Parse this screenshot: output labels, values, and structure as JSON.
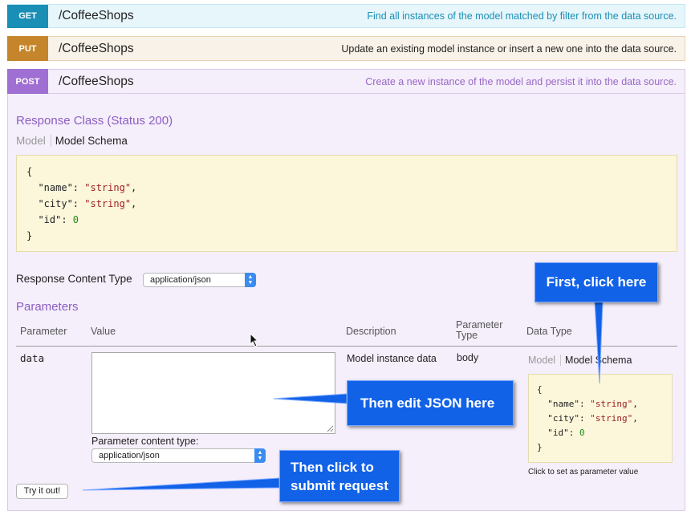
{
  "operations": [
    {
      "method": "GET",
      "path": "/CoffeeShops",
      "summary": "Find all instances of the model matched by filter from the data source."
    },
    {
      "method": "PUT",
      "path": "/CoffeeShops",
      "summary": "Update an existing model instance or insert a new one into the data source."
    },
    {
      "method": "POST",
      "path": "/CoffeeShops",
      "summary": "Create a new instance of the model and persist it into the data source."
    }
  ],
  "response": {
    "title": "Response Class (Status 200)",
    "tab_model": "Model",
    "tab_schema": "Model Schema",
    "schema": {
      "open": "{",
      "k_name": "  \"name\": ",
      "v_name": "\"string\"",
      "k_city": "  \"city\": ",
      "v_city": "\"string\"",
      "k_id": "  \"id\": ",
      "v_id": "0",
      "close": "}"
    },
    "content_type_label": "Response Content Type",
    "content_type_value": "application/json"
  },
  "parameters": {
    "title": "Parameters",
    "headers": {
      "parameter": "Parameter",
      "value": "Value",
      "description": "Description",
      "param_type_1": "Parameter",
      "param_type_2": "Type",
      "data_type": "Data Type"
    },
    "row": {
      "name": "data",
      "description": "Model instance data",
      "param_type": "body",
      "content_type_label": "Parameter content type:",
      "content_type_value": "application/json",
      "tab_model": "Model",
      "tab_schema": "Model Schema",
      "click_hint": "Click to set as parameter value"
    }
  },
  "try_button": "Try it out!",
  "callouts": {
    "first": "First, click here",
    "edit": "Then edit JSON here",
    "submit_1": "Then click to",
    "submit_2": "submit request"
  },
  "colors": {
    "get": "#1a8fb5",
    "put": "#c5862b",
    "post": "#a06fd3",
    "callout": "#1262e8"
  }
}
